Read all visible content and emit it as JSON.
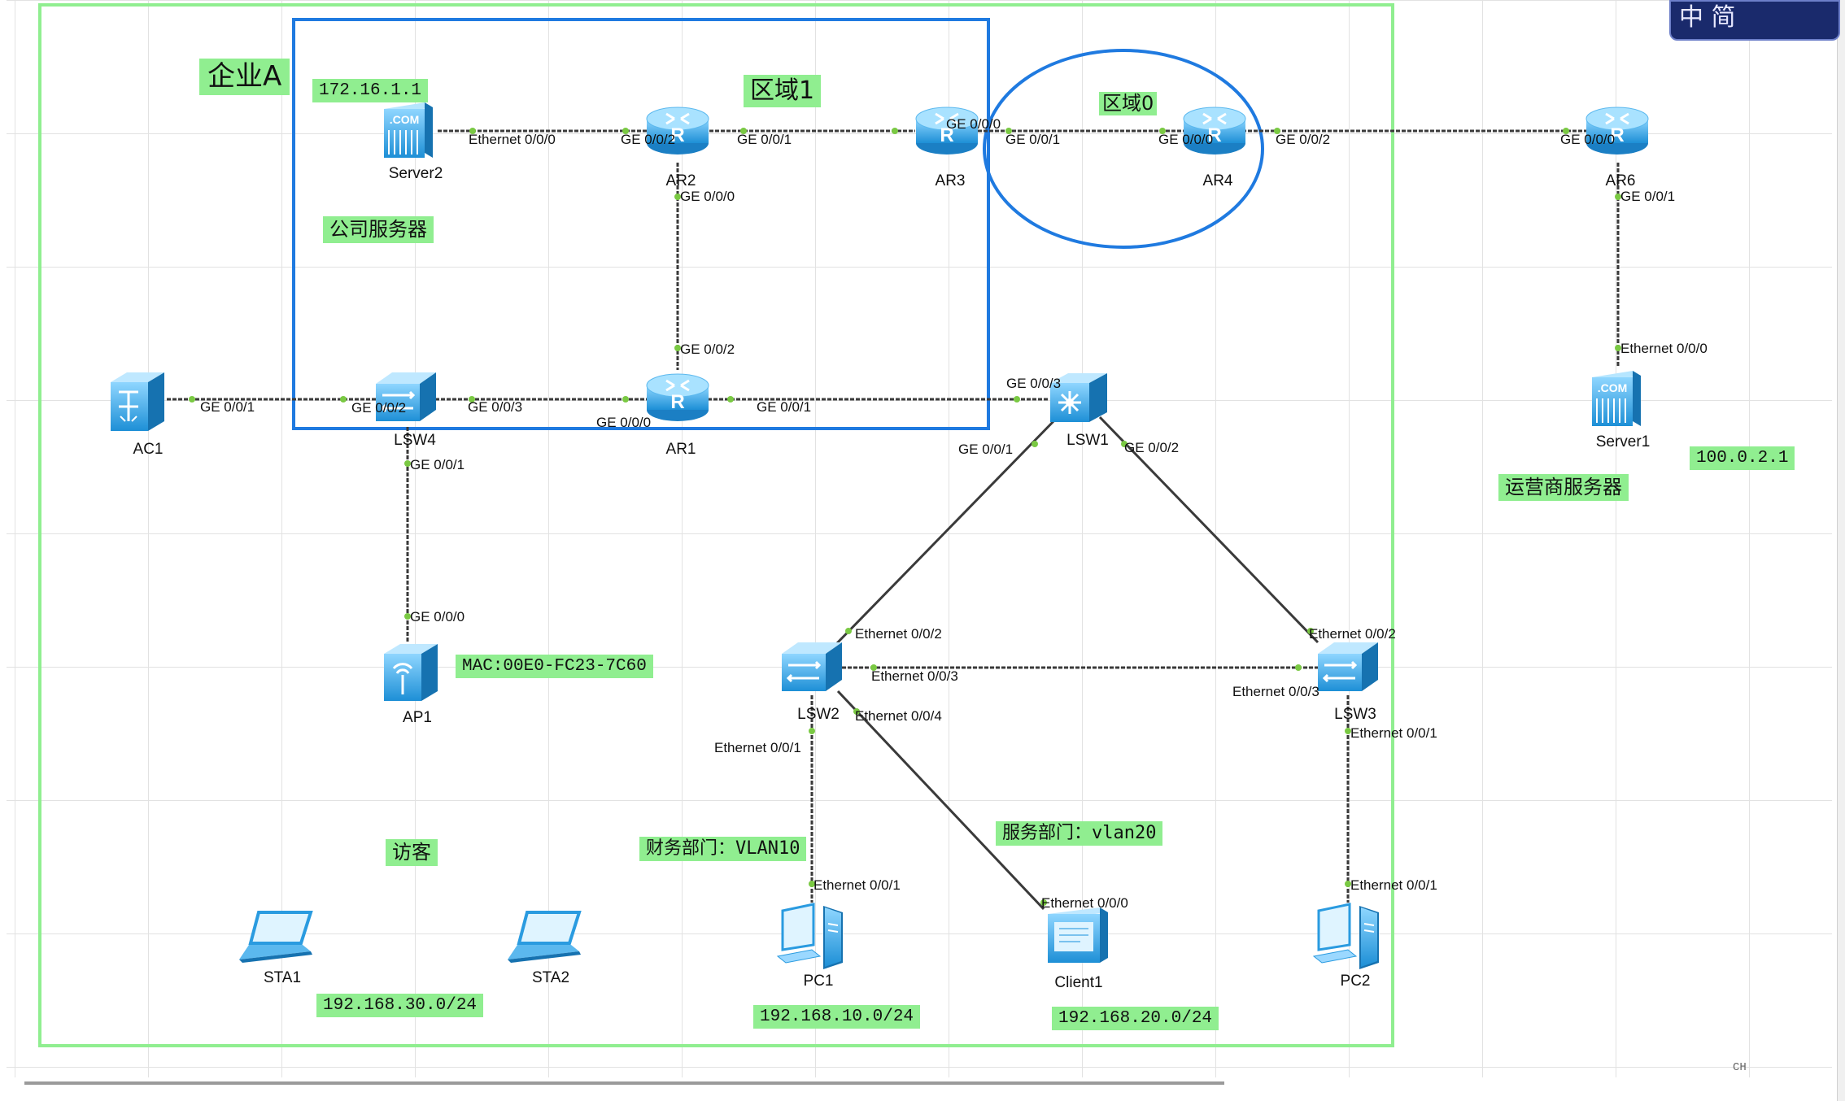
{
  "colors": {
    "enterprise_border": "#90ee90",
    "zone_border": "#1f7ae0",
    "note_bg": "#90ee90",
    "link": "#3a3a3a",
    "port_dot": "#7ac943",
    "device": "#29a3e6"
  },
  "title": "企业A",
  "zone1_label": "区域1",
  "zone0_label": "区域0",
  "devices": {
    "server2": {
      "label": "Server2",
      "icon": "server-icon"
    },
    "ar2": {
      "label": "AR2",
      "icon": "router-icon"
    },
    "ar3": {
      "label": "AR3",
      "icon": "router-icon"
    },
    "ar4": {
      "label": "AR4",
      "icon": "router-icon"
    },
    "ar6": {
      "label": "AR6",
      "icon": "router-icon"
    },
    "server1": {
      "label": "Server1",
      "icon": "server-icon"
    },
    "ac1": {
      "label": "AC1",
      "icon": "access-controller-icon"
    },
    "lsw4": {
      "label": "LSW4",
      "icon": "switch-icon"
    },
    "ar1": {
      "label": "AR1",
      "icon": "router-icon"
    },
    "lsw1": {
      "label": "LSW1",
      "icon": "core-switch-icon"
    },
    "ap1": {
      "label": "AP1",
      "icon": "access-point-icon"
    },
    "lsw2": {
      "label": "LSW2",
      "icon": "switch-icon"
    },
    "lsw3": {
      "label": "LSW3",
      "icon": "switch-icon"
    },
    "pc1": {
      "label": "PC1",
      "icon": "pc-icon"
    },
    "client1": {
      "label": "Client1",
      "icon": "client-icon"
    },
    "pc2": {
      "label": "PC2",
      "icon": "pc-icon"
    },
    "sta1": {
      "label": "STA1",
      "icon": "laptop-icon"
    },
    "sta2": {
      "label": "STA2",
      "icon": "laptop-icon"
    }
  },
  "ports": {
    "server2_e000": "Ethernet 0/0/0",
    "ar2_g002": "GE 0/0/2",
    "ar2_g001": "GE 0/0/1",
    "ar2_g000": "GE 0/0/0",
    "ar3_g000": "GE 0/0/0",
    "ar3_g001": "GE 0/0/1",
    "ar4_g000": "GE 0/0/0",
    "ar4_g002": "GE 0/0/2",
    "ar6_g000": "GE 0/0/0",
    "ar6_g001": "GE 0/0/1",
    "server1_e000": "Ethernet 0/0/0",
    "ar1_g002": "GE 0/0/2",
    "ar1_g000": "GE 0/0/0",
    "ar1_g001": "GE 0/0/1",
    "ac1_g001": "GE 0/0/1",
    "lsw4_g002": "GE 0/0/2",
    "lsw4_g003": "GE 0/0/3",
    "lsw4_g001": "GE 0/0/1",
    "ap1_g000": "GE 0/0/0",
    "lsw1_g003": "GE 0/0/3",
    "lsw1_g001": "GE 0/0/1",
    "lsw1_g002": "GE 0/0/2",
    "lsw2_e002": "Ethernet 0/0/2",
    "lsw2_e003": "Ethernet 0/0/3",
    "lsw2_e004": "Ethernet 0/0/4",
    "lsw2_e001": "Ethernet 0/0/1",
    "lsw3_e002": "Ethernet 0/0/2",
    "lsw3_e003": "Ethernet 0/0/3",
    "lsw3_e001": "Ethernet 0/0/1",
    "pc1_e001": "Ethernet 0/0/1",
    "client1_e000": "Ethernet 0/0/0",
    "pc2_e001": "Ethernet 0/0/1"
  },
  "notes": {
    "ip_server2": "172.16.1.1",
    "company_server": "公司服务器",
    "ip_server1": "100.0.2.1",
    "isp_server": "运营商服务器",
    "ap_mac": "MAC:00E0-FC23-7C60",
    "guest": "访客",
    "finance": "财务部门：VLAN10",
    "service": "服务部门：vlan20",
    "net30": "192.168.30.0/24",
    "net10": "192.168.10.0/24",
    "net20": "192.168.20.0/24"
  },
  "ime": {
    "text": "中 简",
    "lang": "CH"
  }
}
